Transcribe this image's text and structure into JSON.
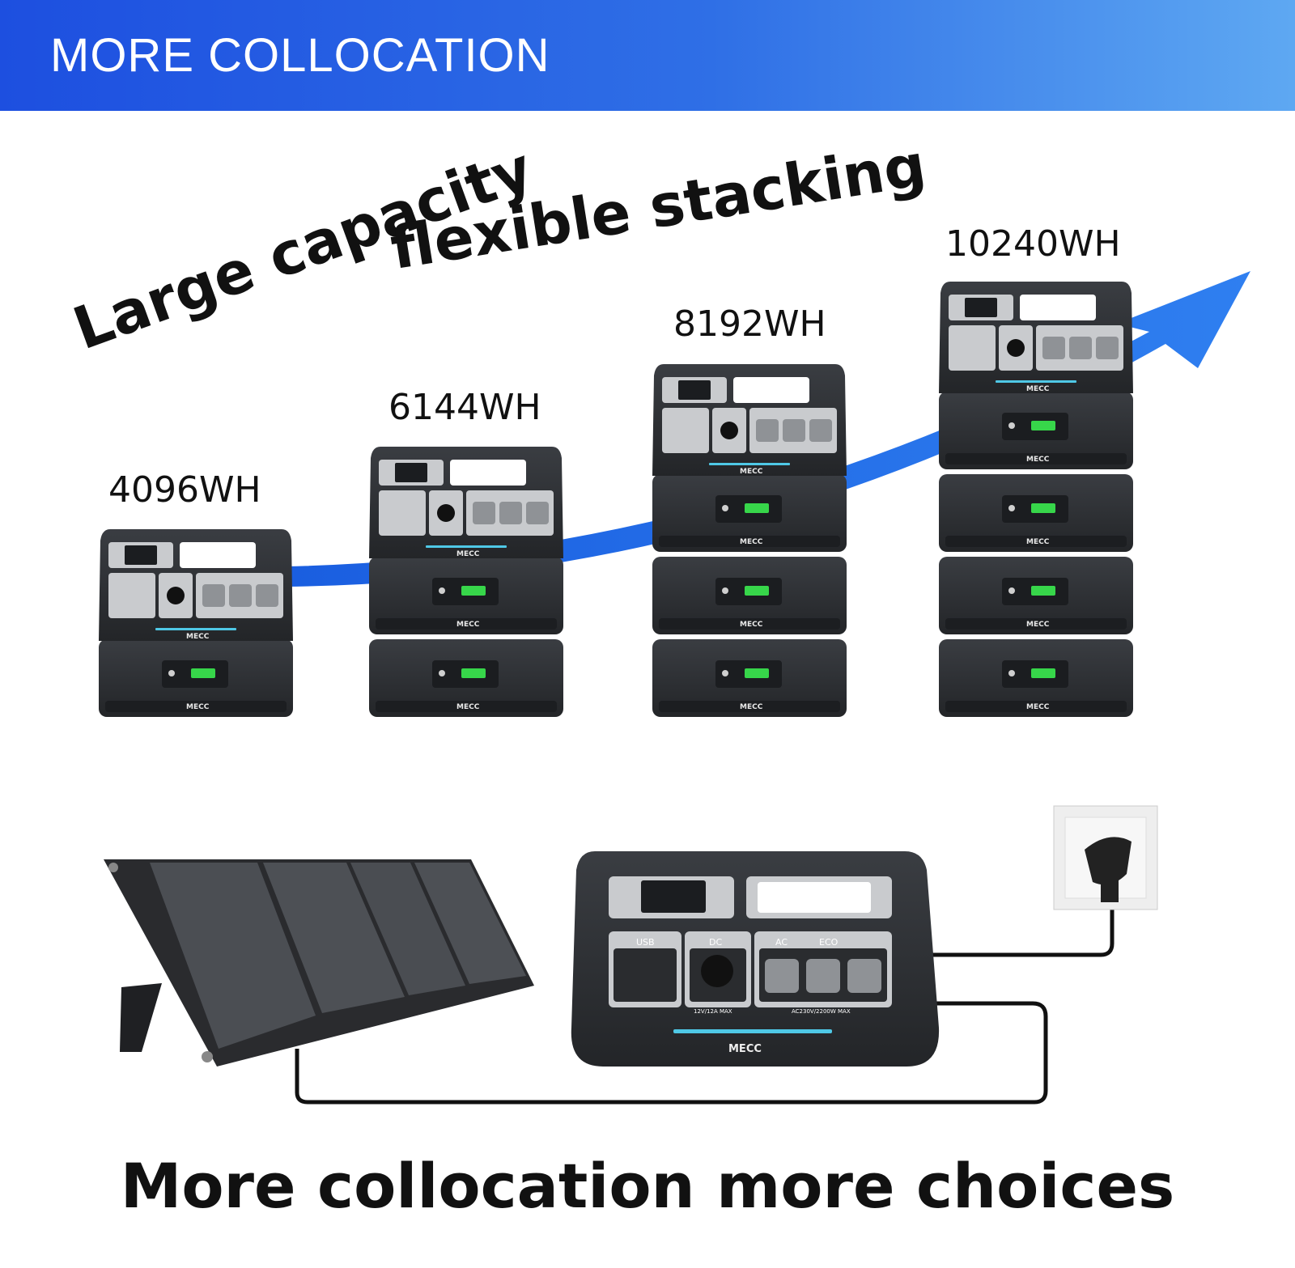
{
  "header": {
    "title": "MORE COLLOCATION"
  },
  "slogan": {
    "line1": "Large capacity",
    "line2": "flexible stacking"
  },
  "capacities": [
    {
      "label": "4096WH",
      "battery_modules": 1
    },
    {
      "label": "6144WH",
      "battery_modules": 2
    },
    {
      "label": "8192WH",
      "battery_modules": 3
    },
    {
      "label": "10240WH",
      "battery_modules": 4
    }
  ],
  "brand": "MECC",
  "main_unit": {
    "brand": "MECC",
    "usb_label": "USB",
    "dc_label": "DC",
    "ac_label": "AC",
    "eco_label": "ECO",
    "ac_rating": "AC230V/2200W MAX",
    "dc_rating": "12V/12A MAX"
  },
  "footer": {
    "title": "More collocation more choices"
  },
  "colors": {
    "header_blue": "#1d4fe0",
    "arrow_blue": "#1560e8",
    "unit_dark": "#2c2f33"
  }
}
